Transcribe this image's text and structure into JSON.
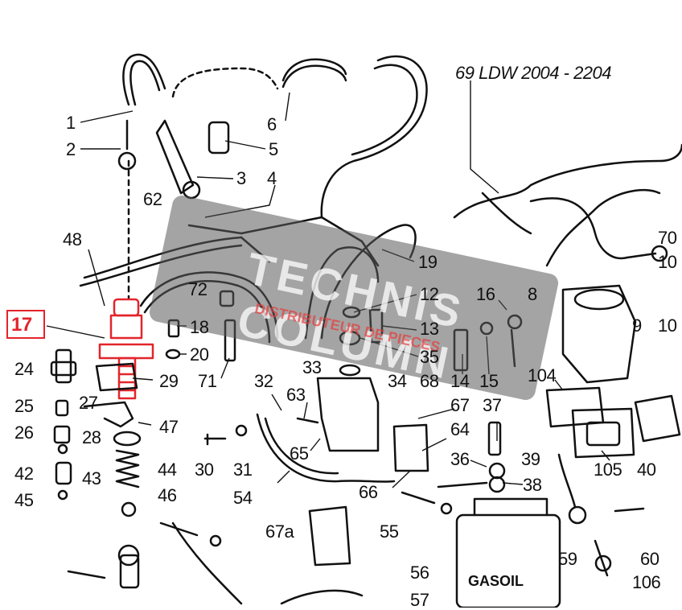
{
  "model_label": "69 LDW 2004 - 2204",
  "highlight": {
    "part": "17",
    "color": "#e3242b"
  },
  "watermark": {
    "text": "TECHNIS COLUMN",
    "subtext": "DISTRIBUTEUR DE PIECES"
  },
  "part_labels": {
    "p1": "1",
    "p2": "2",
    "p3": "3",
    "p4": "4",
    "p5": "5",
    "p6": "6",
    "p8": "8",
    "p9": "9",
    "p10a": "10",
    "p10b": "10",
    "p12": "12",
    "p13": "13",
    "p14": "14",
    "p15": "15",
    "p16": "16",
    "p17": "17",
    "p18": "18",
    "p19": "19",
    "p20": "20",
    "p24": "24",
    "p25": "25",
    "p26": "26",
    "p27": "27",
    "p28": "28",
    "p29": "29",
    "p30": "30",
    "p31": "31",
    "p32": "32",
    "p33": "33",
    "p34": "34",
    "p35": "35",
    "p36": "36",
    "p37": "37",
    "p38": "38",
    "p39": "39",
    "p40": "40",
    "p42": "42",
    "p43": "43",
    "p44": "44",
    "p45": "45",
    "p46": "46",
    "p47": "47",
    "p48": "48",
    "p54": "54",
    "p55": "55",
    "p56": "56",
    "p57": "57",
    "p59": "59",
    "p60": "60",
    "p62": "62",
    "p63": "63",
    "p64": "64",
    "p65": "65",
    "p66": "66",
    "p67": "67",
    "p67a": "67a",
    "p68": "68",
    "p70": "70",
    "p71": "71",
    "p72": "72",
    "p104": "104",
    "p105": "105",
    "p106": "106"
  },
  "tank_label": "GASOIL"
}
